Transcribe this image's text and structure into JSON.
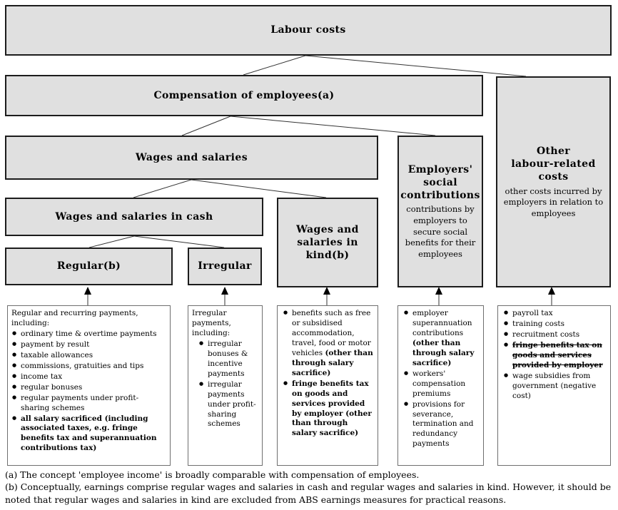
{
  "diagram_title": "Labour costs",
  "boxes": {
    "labour_costs": {
      "label": "Labour costs"
    },
    "compensation": {
      "label": "Compensation of employees(a)"
    },
    "wages_salaries": {
      "label": "Wages and salaries"
    },
    "employers_social": {
      "label": "Employers'\nsocial\ncontributions",
      "description": "contributions by employers to secure social benefits for their employees"
    },
    "other_costs": {
      "label": "Other\nlabour-related costs",
      "description": "other costs incurred by employers in relation to employees"
    },
    "cash": {
      "label": "Wages and salaries in cash"
    },
    "kind": {
      "label": "Wages and\nsalaries in kind(b)"
    },
    "regular": {
      "label": "Regular(b)"
    },
    "irregular": {
      "label": "Irregular"
    }
  },
  "details": {
    "regular": {
      "header": "Regular and recurring payments, including:",
      "items": [
        "ordinary time & overtime payments",
        "payment by result",
        "taxable allowances",
        "commissions, gratuities and tips",
        "income tax",
        "regular bonuses",
        "regular payments under profit-sharing schemes",
        {
          "segments": [
            {
              "t": "all salary sacrificed (including associated taxes, e.g. fringe benefits tax and superannuation contributions tax)",
              "b": true
            }
          ]
        }
      ]
    },
    "irregular": {
      "header": "Irregular payments, including:",
      "items": [
        "irregular bonuses & incentive payments",
        "irregular payments under profit-sharing schemes"
      ]
    },
    "kind": {
      "items": [
        {
          "segments": [
            {
              "t": "benefits such as free or subsidised accommodation, travel, food or motor vehicles "
            },
            {
              "t": "(other than through salary sacrifice)",
              "b": true
            }
          ]
        },
        {
          "segments": [
            {
              "t": "fringe benefits tax on goods and services provided by employer (other than through salary sacrifice)",
              "b": true
            }
          ]
        }
      ]
    },
    "social": {
      "items": [
        {
          "segments": [
            {
              "t": "employer superannuation contributions "
            },
            {
              "t": "(other than through salary sacrifice)",
              "b": true
            }
          ]
        },
        "workers' compensation premiums",
        "provisions for severance, termination and redundancy payments"
      ]
    },
    "other": {
      "items": [
        "payroll tax",
        "training costs",
        "recruitment costs",
        {
          "segments": [
            {
              "t": "fringe benefits tax on goods and services provided by employer",
              "b": true,
              "s": true
            }
          ]
        },
        "wage subsidies from government (negative cost)"
      ]
    }
  },
  "footnotes": [
    "(a) The concept 'employee income' is broadly comparable with compensation of employees.",
    "(b) Conceptually, earnings comprise regular wages and salaries in cash and regular wages and salaries in kind. However, it should be noted that regular wages and salaries in kind are excluded from ABS earnings measures for practical reasons."
  ],
  "colors": {
    "box_fill": "#e0e0e0",
    "box_border": "#1c1c1c",
    "detail_border": "#6f6f6f",
    "connector": "#333333"
  }
}
